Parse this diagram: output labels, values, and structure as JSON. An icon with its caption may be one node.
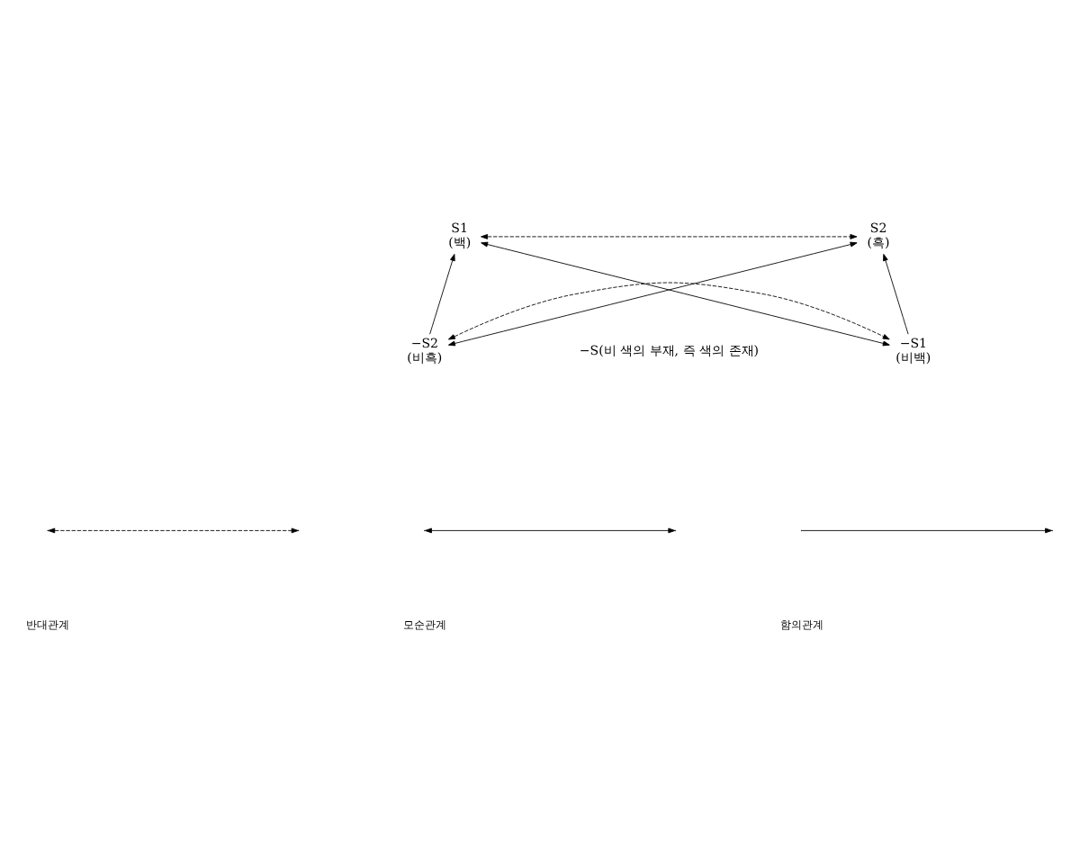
{
  "diagram": {
    "nodes": [
      {
        "text": [
          "S1",
          "(백)"
        ]
      },
      {
        "text": [
          "S2",
          "(흑)"
        ]
      },
      {
        "text": [
          "−S2",
          "(비흑)"
        ]
      },
      {
        "text": [
          "−S1",
          "(비백)"
        ]
      }
    ],
    "edges": [
      {
        "from": 0,
        "to": 1,
        "arrow": "both",
        "style": "dashed"
      },
      {
        "from": 0,
        "to": 3,
        "arrow": "both"
      },
      {
        "from": 1,
        "to": 2,
        "arrow": "both"
      },
      {
        "from": 2,
        "to": 0,
        "arrow": "to"
      },
      {
        "from": 3,
        "to": 1,
        "arrow": "to"
      },
      {
        "from": 2,
        "to": 3,
        "arrow": "both",
        "style": "dashed"
      }
    ],
    "labels": [
      "−S(비 색의 부재, 즉 색의 존재)"
    ],
    "legend": [
      {
        "text": "반대관계"
      },
      {
        "text": "모순관계"
      },
      {
        "text": "함의관계"
      }
    ]
  }
}
